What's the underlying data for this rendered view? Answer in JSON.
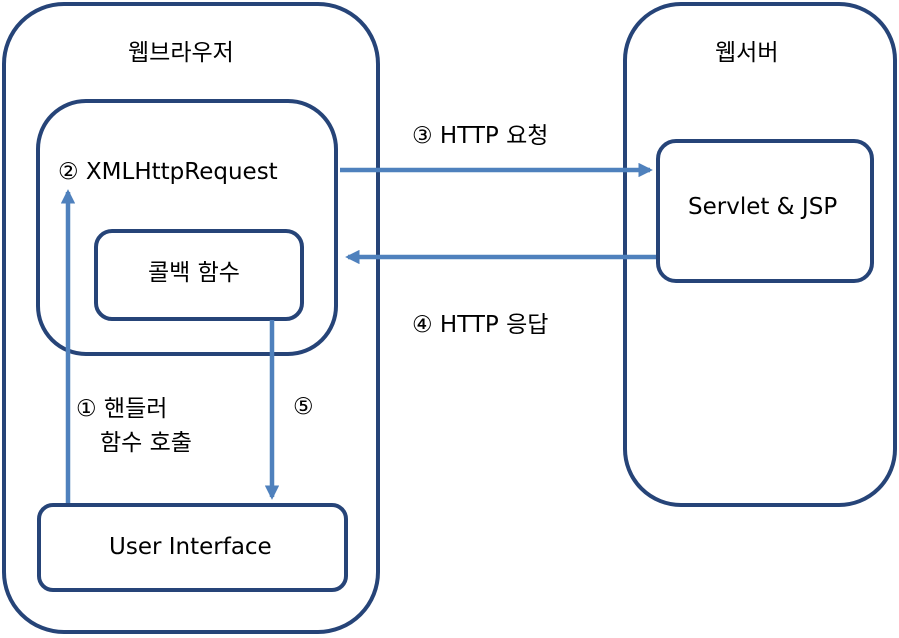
{
  "browser": {
    "title": "웹브라우저",
    "xhr_label": "② XMLHttpRequest",
    "callback_label": "콜백 함수",
    "ui_label": "User Interface"
  },
  "server": {
    "title": "웹서버",
    "servlet_label": "Servlet & JSP"
  },
  "arrows": {
    "step1_line1": "① 핸들러",
    "step1_line2": "함수 호출",
    "step3": "③ HTTP 요청",
    "step4": "④ HTTP 응답",
    "step5": "⑤"
  },
  "colors": {
    "border": "#264478",
    "arrow": "#4f81bd",
    "background": "#ffffff"
  }
}
